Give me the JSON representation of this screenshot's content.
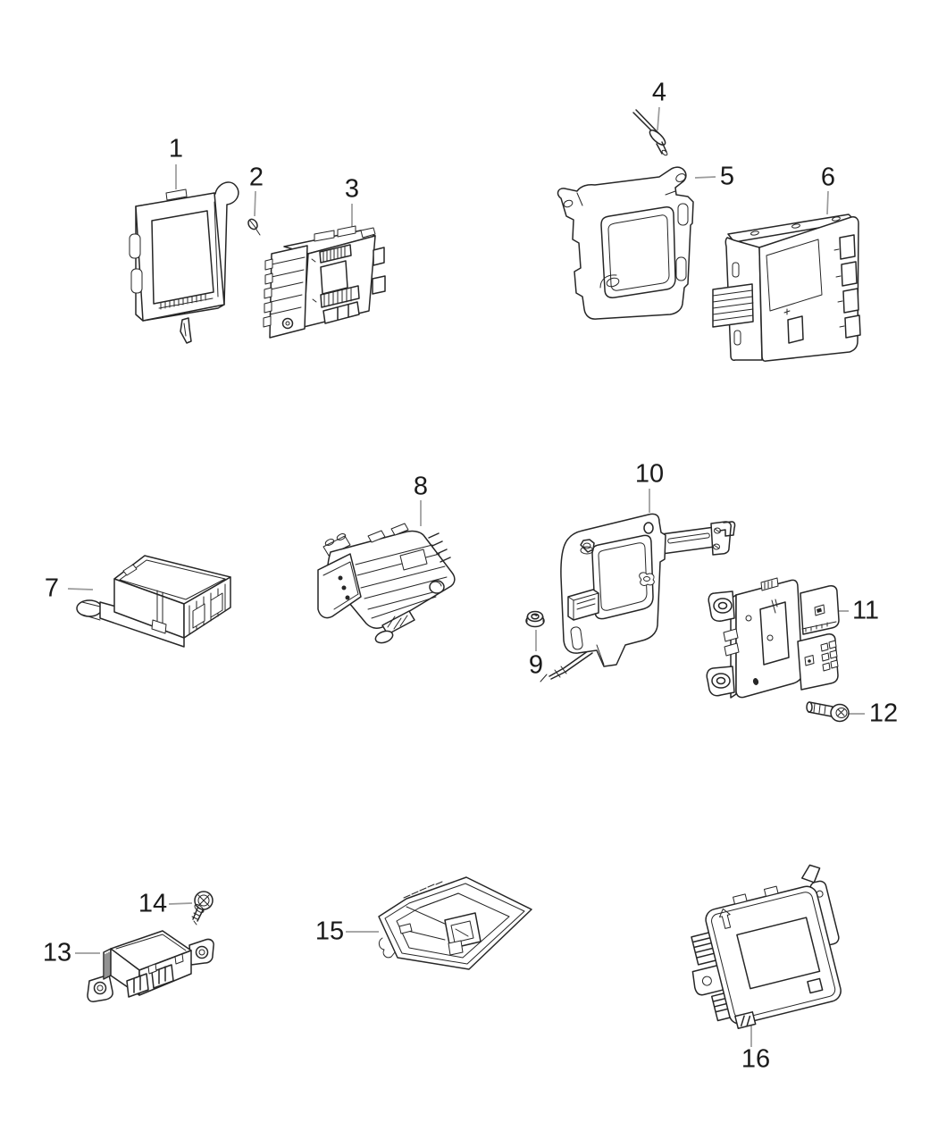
{
  "diagram": {
    "type": "parts-diagram-line-art",
    "background_color": "#ffffff",
    "line_color": "#262626",
    "leader_line_color": "#9b9b9b",
    "callout_text_color": "#1a1a1a"
  },
  "callouts": [
    {
      "label": "1",
      "part": "module-mounting-bracket"
    },
    {
      "label": "2",
      "part": "screw"
    },
    {
      "label": "3",
      "part": "control-module"
    },
    {
      "label": "4",
      "part": "push-pin"
    },
    {
      "label": "5",
      "part": "module-bracket"
    },
    {
      "label": "6",
      "part": "control-module"
    },
    {
      "label": "7",
      "part": "control-module"
    },
    {
      "label": "8",
      "part": "control-module"
    },
    {
      "label": "9",
      "part": "nut"
    },
    {
      "label": "10",
      "part": "module-bracket-with-arm"
    },
    {
      "label": "11",
      "part": "control-module-with-connectors"
    },
    {
      "label": "12",
      "part": "bolt"
    },
    {
      "label": "13",
      "part": "control-module"
    },
    {
      "label": "14",
      "part": "screw"
    },
    {
      "label": "15",
      "part": "housing"
    },
    {
      "label": "16",
      "part": "control-module"
    }
  ]
}
